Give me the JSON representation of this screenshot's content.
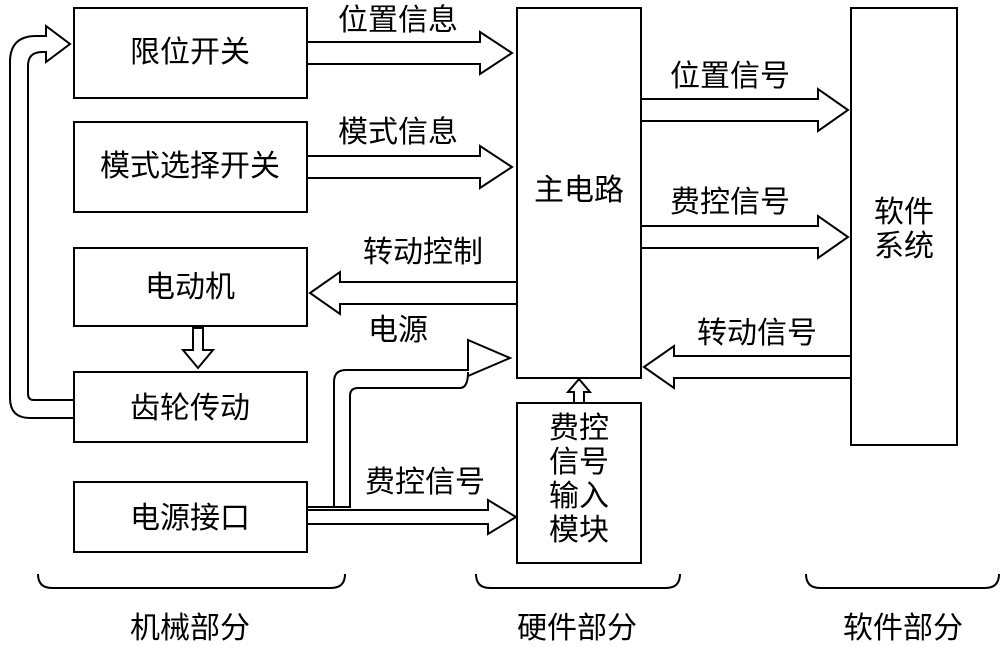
{
  "blocks": {
    "limit_switch": "限位开关",
    "mode_switch": "模式选择开关",
    "motor": "电动机",
    "gear_drive": "齿轮传动",
    "power_interface": "电源接口",
    "main_circuit": "主电路",
    "fee_input_module": [
      "费控",
      "信号",
      "输入",
      "模块"
    ],
    "software_system": [
      "软件",
      "系统"
    ]
  },
  "signals": {
    "position_info": "位置信息",
    "mode_info": "模式信息",
    "rotation_control": "转动控制",
    "power": "电源",
    "fee_signal_in": "费控信号",
    "position_signal": "位置信号",
    "fee_signal_out": "费控信号",
    "rotation_signal": "转动信号"
  },
  "sections": {
    "mechanical": "机械部分",
    "hardware": "硬件部分",
    "software": "软件部分"
  }
}
